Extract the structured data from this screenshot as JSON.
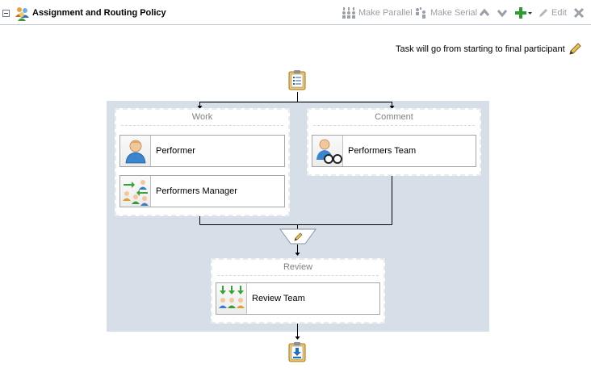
{
  "header": {
    "title": "Assignment and Routing Policy",
    "toolbar": {
      "make_parallel": "Make Parallel",
      "make_serial": "Make Serial",
      "edit": "Edit"
    }
  },
  "hint": "Task will go from starting to final participant",
  "stages": [
    {
      "title": "Work",
      "participants": [
        {
          "label": "Performer",
          "icon": "user-icon"
        },
        {
          "label": "Performers Manager",
          "icon": "management-chain-icon"
        }
      ]
    },
    {
      "title": "Comment",
      "participants": [
        {
          "label": "Performers Team",
          "icon": "group-vote-icon"
        }
      ]
    },
    {
      "title": "Review",
      "participants": [
        {
          "label": "Review Team",
          "icon": "parallel-group-icon"
        }
      ]
    }
  ],
  "colors": {
    "canvas_background": "#d6dfe8",
    "toolbar_disabled": "#9aa0a8",
    "add_green": "#2e9b2e"
  }
}
